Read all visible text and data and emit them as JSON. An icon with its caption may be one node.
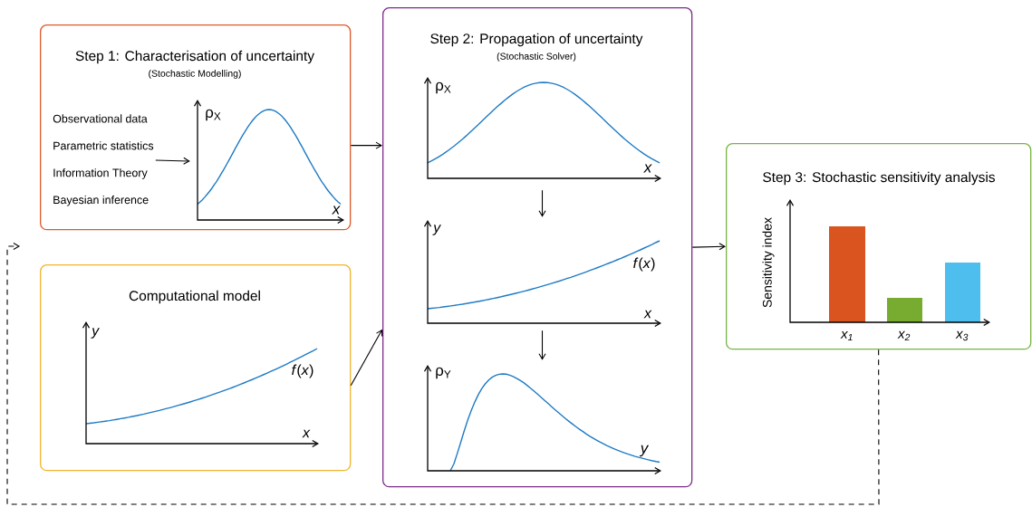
{
  "diagram": {
    "nodes": [
      {
        "text": [
          "Step 1: Characterisation of uncertainty",
          "(Stochastic Modelling)"
        ]
      },
      {
        "text": [
          "Observational data",
          "Parametric statistics",
          "Information Theory",
          "Bayesian inference"
        ],
        "in": 0
      },
      {
        "text": [
          "ρ$_{X}$",
          "x"
        ],
        "in": 0
      },
      {
        "text": [
          "Computational model"
        ]
      },
      {
        "text": [
          "y",
          "*f*(*x*)",
          "x"
        ],
        "in": 3
      },
      {
        "text": [
          "Step 2: Propagation of uncertainty",
          "(Stochastic Solver)"
        ]
      },
      {
        "text": [
          "ρ$_{X}$",
          "x"
        ],
        "in": 5
      },
      {
        "text": [
          "y",
          "*f*(*x*)",
          "x"
        ],
        "in": 5
      },
      {
        "text": [
          "ρ$_{Y}$",
          "y"
        ],
        "in": 5
      },
      {
        "text": [
          "Step 3: Stochastic sensitivity analysis"
        ]
      },
      {
        "text": [
          "Sensitivity index",
          "x$_{1}$",
          "x$_{2}$",
          "x$_{3}$"
        ],
        "in": 9
      }
    ],
    "edges": [
      {
        "from": 1,
        "to": 2,
        "arrow": "to"
      },
      {
        "from": 0,
        "to": 5,
        "arrow": "to"
      },
      {
        "from": 3,
        "to": 5,
        "arrow": "to"
      },
      {
        "from": 6,
        "to": 7,
        "arrow": "to"
      },
      {
        "from": 7,
        "to": 8,
        "arrow": "to"
      },
      {
        "from": 5,
        "to": 9,
        "arrow": "to"
      },
      {
        "from": 9,
        "to": null,
        "arrow": "to",
        "style": "dashed"
      }
    ]
  }
}
